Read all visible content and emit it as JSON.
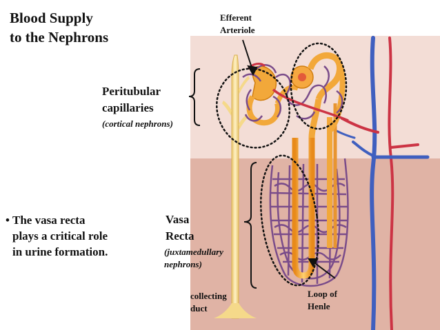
{
  "title": {
    "line1": "Blood Supply",
    "line2": "to the Nephrons"
  },
  "peritubular": {
    "line1": "Peritubular",
    "line2": "capillaries",
    "sub": "(cortical nephrons)"
  },
  "vasa_recta": {
    "line1": "Vasa",
    "line2": "Recta",
    "sub1": "(juxtamedullary",
    "sub2": "nephrons)"
  },
  "bullet": {
    "symbol": "•",
    "line1": "The vasa recta",
    "line2": "plays a critical role",
    "line3": "in urine formation."
  },
  "labels": {
    "efferent1": "Efferent",
    "efferent2": "Arteriole",
    "collecting1": "collecting",
    "collecting2": "duct",
    "loop1": "Loop of",
    "loop2": "Henle"
  },
  "colors": {
    "cortex": "#f3ddd6",
    "medulla": "#e0b3a5",
    "vein": "#3f5fbf",
    "artery": "#cc3344",
    "capillary": "#7a4c8a",
    "tubule": "#f2a83a",
    "duct": "#f7dc8c"
  }
}
